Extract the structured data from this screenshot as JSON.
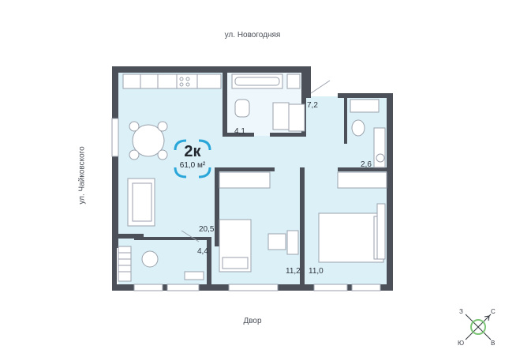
{
  "streets": {
    "top": "ул. Новогодняя",
    "left": "ул. Чайковского",
    "bottom": "Двор"
  },
  "apartment": {
    "type": "2к",
    "total_area": "61,0 м²"
  },
  "rooms": {
    "kitchen_living": "20,5",
    "bathroom": "4,1",
    "hallway": "7,2",
    "wc": "2,6",
    "balcony": "4,4",
    "bedroom_left": "11,2",
    "bedroom_right": "11,0"
  },
  "compass": {
    "north": "С",
    "south": "Ю",
    "west": "З",
    "east": "В"
  },
  "colors": {
    "wall": "#4b5059",
    "floor": "#dcf0f8",
    "accent": "#2aa7d8",
    "compass": "#7cc576"
  }
}
